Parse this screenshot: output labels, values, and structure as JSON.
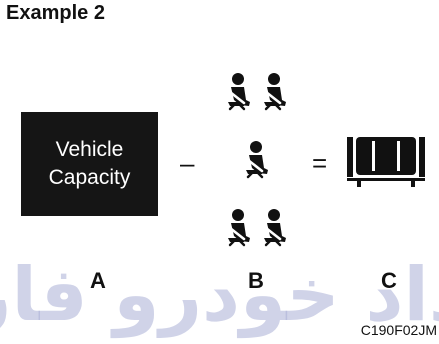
{
  "heading": "Example 2",
  "capacity_box": {
    "line1": "Vehicle",
    "line2": "Capacity"
  },
  "operators": {
    "minus": "–",
    "equals": "="
  },
  "icons": {
    "occupant": "seated-occupant-icon",
    "cargo": "cargo-load-icon"
  },
  "labels": {
    "a": "A",
    "b": "B",
    "c": "C"
  },
  "watermark": {
    "text": "امداد خودرو فارما",
    "color": "#a9aed6"
  },
  "figure_code": "C190F02JM"
}
